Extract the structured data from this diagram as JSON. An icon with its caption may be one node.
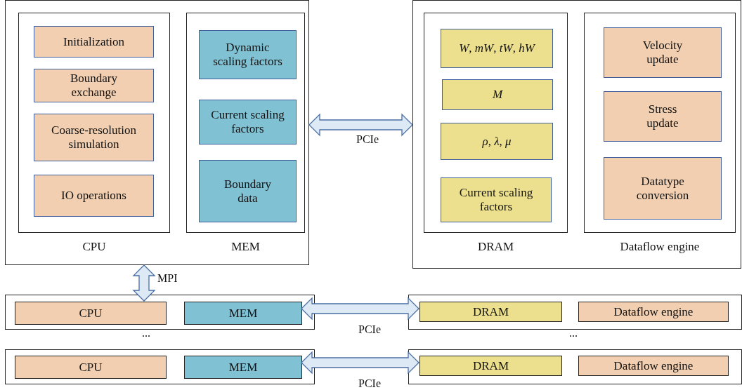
{
  "diagram": {
    "nodes": [
      {
        "text": [],
        "shape": "box"
      },
      {
        "text": [
          "CPU"
        ],
        "in": 0
      },
      {
        "text": [
          "Initialization"
        ],
        "in": 1
      },
      {
        "text": [
          "Boundary exchange"
        ],
        "in": 1
      },
      {
        "text": [
          "Coarse-resolution simulation"
        ],
        "in": 1
      },
      {
        "text": [
          "IO operations"
        ],
        "in": 1
      },
      {
        "text": [
          "MEM"
        ],
        "in": 0
      },
      {
        "text": [
          "Dynamic scaling factors"
        ],
        "in": 6
      },
      {
        "text": [
          "Current scaling factors"
        ],
        "in": 6
      },
      {
        "text": [
          "Boundary data"
        ],
        "in": 6
      },
      {
        "text": [],
        "shape": "box"
      },
      {
        "text": [
          "DRAM"
        ],
        "in": 10
      },
      {
        "text": [
          "*W*, *mW*, *tW*, *hW*"
        ],
        "in": 11
      },
      {
        "text": [
          "M"
        ],
        "in": 11
      },
      {
        "text": [
          "*ρ*, *λ*, *μ*"
        ],
        "in": 11
      },
      {
        "text": [
          "Current scaling factors"
        ],
        "in": 11
      },
      {
        "text": [
          "Dataflow engine"
        ],
        "in": 10
      },
      {
        "text": [
          "Velocity update"
        ],
        "in": 16
      },
      {
        "text": [
          "Stress update"
        ],
        "in": 16
      },
      {
        "text": [
          "Datatype conversion"
        ],
        "in": 16
      },
      {
        "text": [],
        "shape": "box"
      },
      {
        "text": [
          "CPU"
        ],
        "in": 20
      },
      {
        "text": [
          "MEM"
        ],
        "in": 20
      },
      {
        "text": [],
        "shape": "box"
      },
      {
        "text": [
          "DRAM"
        ],
        "in": 23
      },
      {
        "text": [
          "Dataflow engine"
        ],
        "in": 23
      },
      {
        "text": [],
        "shape": "box"
      },
      {
        "text": [
          "CPU"
        ],
        "in": 26
      },
      {
        "text": [
          "MEM"
        ],
        "in": 26
      },
      {
        "text": [],
        "shape": "box"
      },
      {
        "text": [
          "DRAM"
        ],
        "in": 29
      },
      {
        "text": [
          "Dataflow engine"
        ],
        "in": 29
      }
    ],
    "edges": [
      {
        "from": 0,
        "to": 10,
        "arrow": "both",
        "label": "PCIe"
      },
      {
        "from": 0,
        "to": 21,
        "arrow": "both",
        "label": "MPI"
      },
      {
        "from": 22,
        "to": 24,
        "arrow": "both",
        "label": "PCIe"
      },
      {
        "from": 28,
        "to": 30,
        "arrow": "both",
        "label": "PCIe"
      }
    ],
    "labels": [
      "...",
      "..."
    ]
  }
}
